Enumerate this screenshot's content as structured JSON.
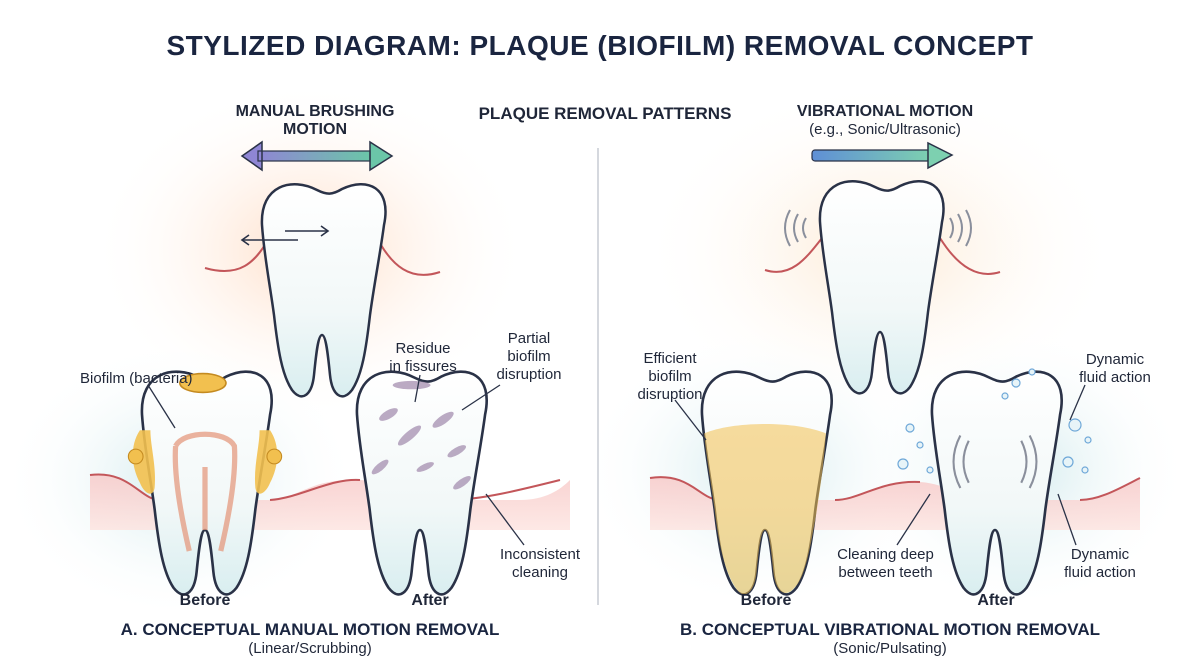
{
  "title": "STYLIZED DIAGRAM: PLAQUE (BIOFILM) REMOVAL CONCEPT",
  "center_heading": "PLAQUE REMOVAL PATTERNS",
  "manual": {
    "heading_line1": "MANUAL BRUSHING",
    "heading_line2": "MOTION",
    "labels": {
      "biofilm": "Biofilm (bacteria)",
      "residue_line1": "Residue",
      "residue_line2": "in fissures",
      "partial_line1": "Partial",
      "partial_line2": "biofilm",
      "partial_line3": "disruption",
      "inconsistent_line1": "Inconsistent",
      "inconsistent_line2": "cleaning"
    },
    "before": "Before",
    "after": "After",
    "caption": "A. CONCEPTUAL MANUAL MOTION REMOVAL",
    "caption_sub": "(Linear/Scrubbing)"
  },
  "vibrational": {
    "heading_line1": "VIBRATIONAL MOTION",
    "heading_line2": "(e.g., Sonic/Ultrasonic)",
    "labels": {
      "efficient_line1": "Efficient",
      "efficient_line2": "biofilm",
      "efficient_line3": "disruption",
      "dynamic_top_line1": "Dynamic",
      "dynamic_top_line2": "fluid action",
      "deep_line1": "Cleaning deep",
      "deep_line2": "between teeth",
      "dynamic_bottom_line1": "Dynamic",
      "dynamic_bottom_line2": "fluid action"
    },
    "before": "Before",
    "after": "After",
    "caption": "B. CONCEPTUAL VIBRATIONAL MOTION REMOVAL",
    "caption_sub": "(Sonic/Pulsating)"
  },
  "colors": {
    "plaque": "#f2c04f",
    "gum": "#f4b6b8",
    "enamel_outline": "#2a3247",
    "manual_arrow": "#9a8fd0",
    "vibration_arrow": "#6fa8d8",
    "residue": "#a58fb0"
  }
}
